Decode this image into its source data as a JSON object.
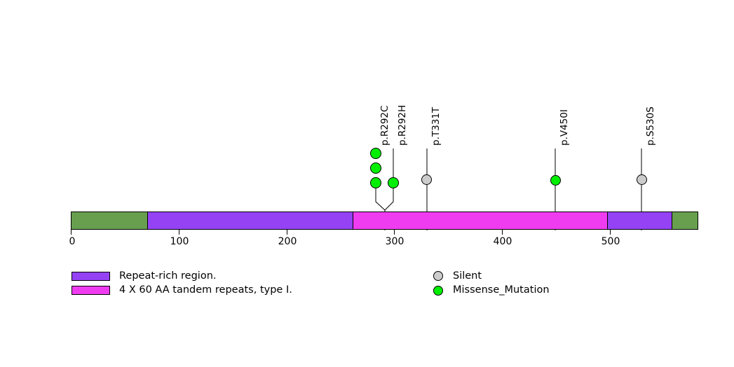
{
  "chart_data": {
    "type": "lollipop",
    "title": "",
    "xlabel": "",
    "ylabel": "",
    "xlim": [
      0,
      584
    ],
    "axis_ticks": [
      0,
      100,
      200,
      300,
      400,
      500
    ],
    "protein_length": 584,
    "domains": [
      {
        "name": "backbone-left",
        "start": 0,
        "end": 71,
        "color": "#679F4E",
        "legend": ""
      },
      {
        "name": "Repeat-rich region.",
        "start": 71,
        "end": 261,
        "color": "#9542F5",
        "legend": "Repeat-rich region."
      },
      {
        "name": "4 X 60 AA tandem repeats, type I.",
        "start": 261,
        "end": 497,
        "color": "#F03CF0",
        "legend": "4 X 60 AA tandem repeats, type I."
      },
      {
        "name": "Repeat-rich region.",
        "start": 497,
        "end": 557,
        "color": "#9542F5",
        "legend": "Repeat-rich region."
      },
      {
        "name": "backbone-right",
        "start": 557,
        "end": 584,
        "color": "#679F4E",
        "legend": ""
      }
    ],
    "mutations": [
      {
        "label": "p.R292C",
        "position": 292,
        "count": 3,
        "type": "Missense_Mutation",
        "color": "#00EE00",
        "column": "left"
      },
      {
        "label": "p.R292H",
        "position": 292,
        "count": 1,
        "type": "Missense_Mutation",
        "color": "#00EE00",
        "column": "right"
      },
      {
        "label": "p.T331T",
        "position": 331,
        "count": 1,
        "type": "Silent",
        "color": "#CCCCCC",
        "column": "single"
      },
      {
        "label": "p.V450I",
        "position": 450,
        "count": 1,
        "type": "Missense_Mutation",
        "color": "#00EE00",
        "column": "single"
      },
      {
        "label": "p.S530S",
        "position": 530,
        "count": 1,
        "type": "Silent",
        "color": "#CCCCCC",
        "column": "single"
      }
    ]
  },
  "axis": {
    "ticks": [
      "0",
      "100",
      "200",
      "300",
      "400",
      "500"
    ]
  },
  "mutation_labels": {
    "m0": "p.R292C",
    "m1": "p.R292H",
    "m2": "p.T331T",
    "m3": "p.V450I",
    "m4": "p.S530S"
  },
  "legend": {
    "domains": [
      {
        "label": "Repeat-rich region.",
        "color": "#9542F5"
      },
      {
        "label": "4 X 60 AA tandem repeats, type I.",
        "color": "#F03CF0"
      }
    ],
    "variants": [
      {
        "label": "Silent",
        "color": "#CCCCCC"
      },
      {
        "label": "Missense_Mutation",
        "color": "#00EE00"
      }
    ]
  },
  "colors": {
    "backbone": "#679F4E",
    "repeat_rich": "#9542F5",
    "tandem_repeats": "#F03CF0",
    "silent": "#CCCCCC",
    "missense": "#00EE00",
    "stroke": "#000000",
    "background": "#FFFFFF"
  }
}
